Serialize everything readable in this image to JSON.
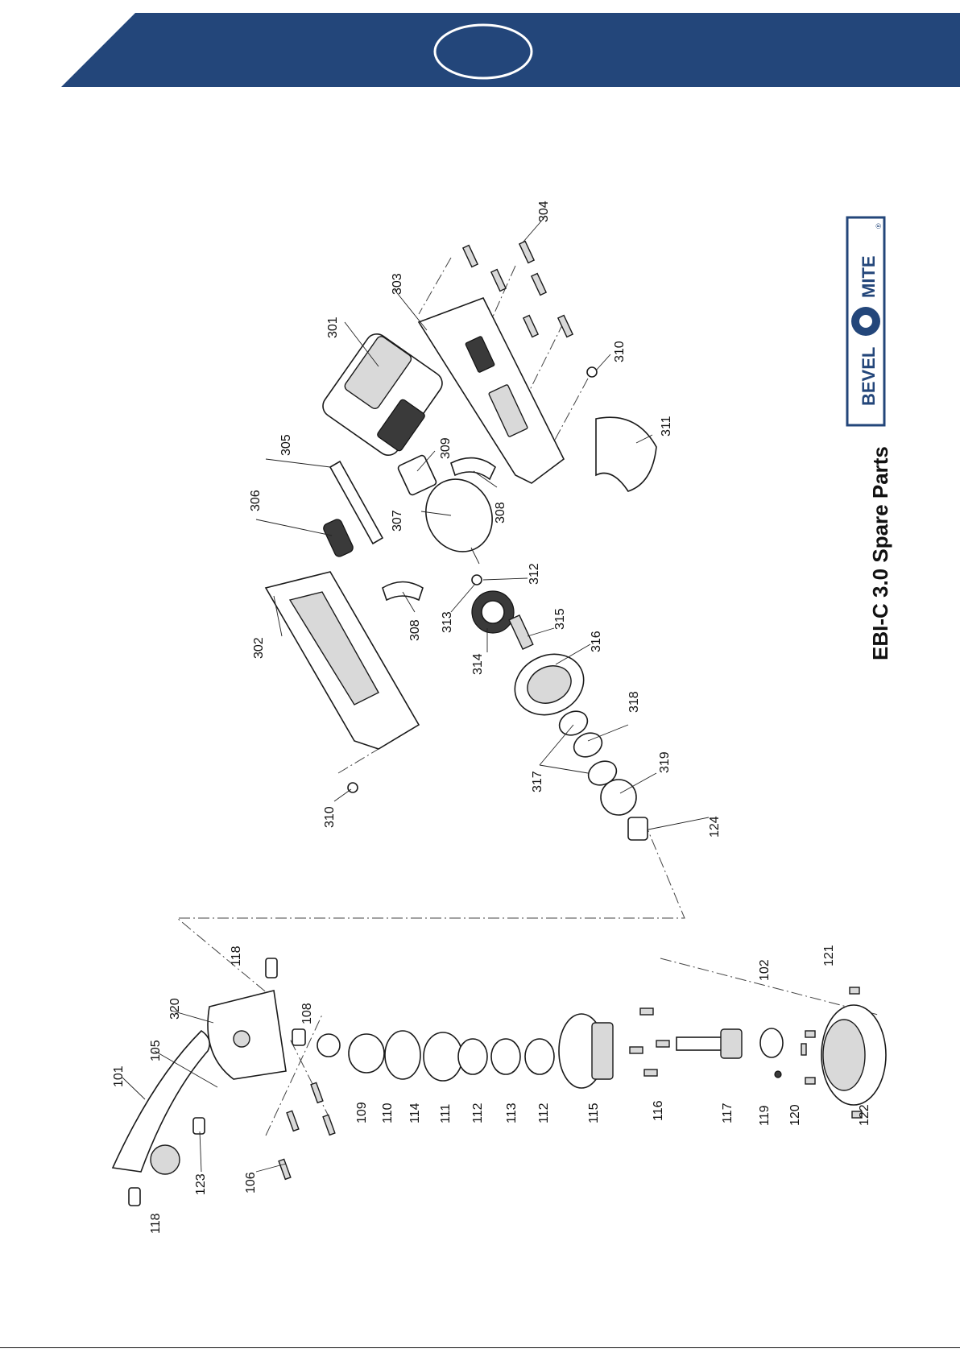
{
  "header": {
    "band_color": "#23467a",
    "badge_text": ""
  },
  "document": {
    "title": "EBI-C 3.0 Spare Parts"
  },
  "logo": {
    "left_text": "BEVEL",
    "right_text": "MITE",
    "mark": "®",
    "color": "#23467a"
  },
  "part_labels": {
    "p101": "101",
    "p102": "102",
    "p105": "105",
    "p106": "106",
    "p108": "108",
    "p109": "109",
    "p110": "110",
    "p111": "111",
    "p112a": "112",
    "p112b": "112",
    "p113": "113",
    "p114": "114",
    "p115": "115",
    "p116": "116",
    "p117": "117",
    "p118a": "118",
    "p118b": "118",
    "p119": "119",
    "p120": "120",
    "p121": "121",
    "p122": "122",
    "p123": "123",
    "p124": "124",
    "p301": "301",
    "p302": "302",
    "p303": "303",
    "p304": "304",
    "p305": "305",
    "p306": "306",
    "p307": "307",
    "p308a": "308",
    "p308b": "308",
    "p309": "309",
    "p310a": "310",
    "p310b": "310",
    "p311": "311",
    "p312": "312",
    "p313": "313",
    "p314": "314",
    "p315": "315",
    "p316": "316",
    "p317": "317",
    "p318": "318",
    "p319": "319",
    "p320": "320"
  }
}
